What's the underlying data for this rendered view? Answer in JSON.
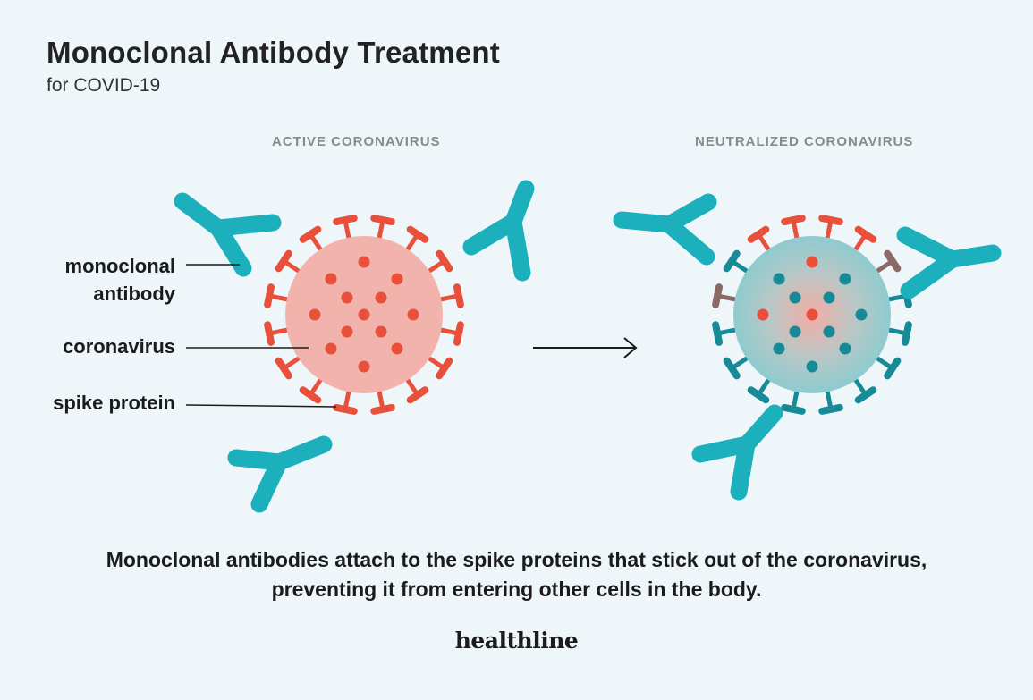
{
  "title": "Monoclonal Antibody Treatment",
  "subtitle": "for COVID-19",
  "panels": {
    "active": "ACTIVE CORONAVIRUS",
    "neutralized": "NEUTRALIZED CORONAVIRUS"
  },
  "callouts": {
    "antibody_line1": "monoclonal",
    "antibody_line2": "antibody",
    "coronavirus": "coronavirus",
    "spike_protein": "spike protein"
  },
  "caption": "Monoclonal antibodies attach to the spike proteins that stick out of the coronavirus, preventing it from entering other cells in the body.",
  "logo": "healthline",
  "colors": {
    "background": "#eef6f9",
    "antibody": "#1cb0bd",
    "spike": "#e8503c",
    "virus_body": "#f2b3ad",
    "neutralized_spike": "#168a97",
    "neutralized_body": "#9ccccf",
    "text": "#1b1b1b",
    "panel_label": "#8a8a8a"
  }
}
